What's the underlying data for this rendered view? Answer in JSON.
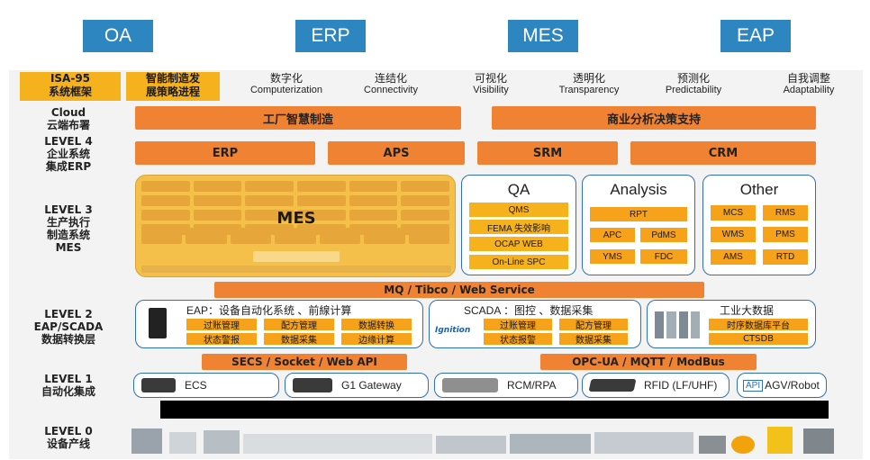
{
  "top_systems": [
    "OA",
    "ERP",
    "MES",
    "EAP"
  ],
  "header": {
    "framework": [
      "ISA-95",
      "系统框架"
    ],
    "strategy": [
      "智能制造发",
      "展策略进程"
    ],
    "stages": [
      {
        "cn": "数字化",
        "en": "Computerization"
      },
      {
        "cn": "连结化",
        "en": "Connectivity"
      },
      {
        "cn": "可视化",
        "en": "Visibility"
      },
      {
        "cn": "透明化",
        "en": "Transparency"
      },
      {
        "cn": "预测化",
        "en": "Predictability"
      },
      {
        "cn": "自我调整",
        "en": "Adaptability"
      }
    ]
  },
  "levels": {
    "cloud": [
      "Cloud",
      "云端布署"
    ],
    "l4": [
      "LEVEL 4",
      "企业系统",
      "集成ERP"
    ],
    "l3": [
      "LEVEL 3",
      "生产执行",
      "制造系统",
      "MES"
    ],
    "l2": [
      "LEVEL 2",
      "EAP/SCADA",
      "数据转换层"
    ],
    "l1": [
      "LEVEL 1",
      "自动化集成"
    ],
    "l0": [
      "LEVEL 0",
      "设备产线"
    ]
  },
  "cloud_bars": [
    "工厂智慧制造",
    "商业分析决策支持"
  ],
  "l4_bars": [
    "ERP",
    "APS",
    "SRM",
    "CRM"
  ],
  "mes_label": "MES",
  "qa": {
    "title": "QA",
    "items": [
      "QMS",
      "FEMA 失效影响",
      "OCAP WEB",
      "On-Line SPC"
    ]
  },
  "analysis": {
    "title": "Analysis",
    "items": [
      "RPT",
      "APC",
      "PdMS",
      "YMS",
      "FDC"
    ]
  },
  "other": {
    "title": "Other",
    "items": [
      "MCS",
      "RMS",
      "WMS",
      "PMS",
      "AMS",
      "RTD"
    ]
  },
  "mq_bar": "MQ / Tibco / Web Service",
  "eap": {
    "title": "EAP：设备自动化系统 、前線计算",
    "items": [
      "过账管理",
      "配方管理",
      "数据转换",
      "状态警报",
      "数据采集",
      "边缘计算"
    ]
  },
  "scada": {
    "title": "SCADA ：图控 、数据采集",
    "logo": "Ignition",
    "items": [
      "过账管理",
      "配方管理",
      "状态报警",
      "数据采集"
    ]
  },
  "bigdata": {
    "title": "工业大数据",
    "items": [
      "时序数据库平台",
      "CTSDB"
    ]
  },
  "protocol_bars": [
    "SECS / Socket / Web API",
    "OPC-UA / MQTT / ModBus"
  ],
  "devices": [
    "ECS",
    "G1 Gateway",
    "RCM/RPA",
    "RFID (LF/UHF)",
    "AGV/Robot"
  ],
  "device_api_tag": "API",
  "colors": {
    "blue": "#2e86c1",
    "orange": "#ef8233",
    "yellow": "#f5b21c",
    "border": "#2f6fb3"
  }
}
